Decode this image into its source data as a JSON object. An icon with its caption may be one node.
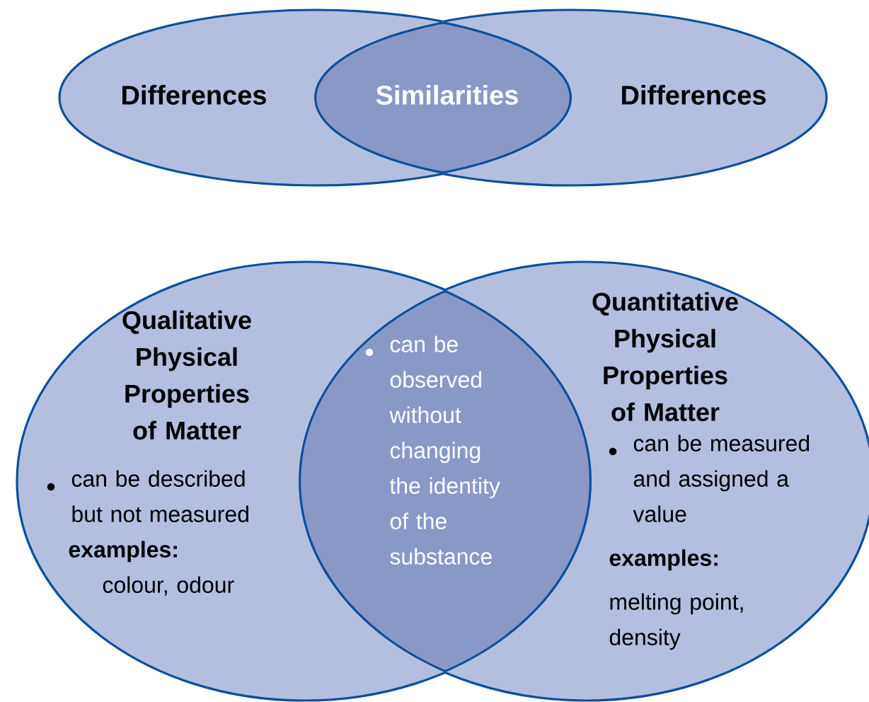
{
  "diagram": {
    "nodes": [
      {
        "text": [
          "Differences"
        ]
      },
      {
        "text": [
          "Differences"
        ]
      },
      {
        "text": [
          "Similarities"
        ]
      },
      {
        "text": [
          "Qualitative Physical Properties of Matter",
          "can be described but not measured",
          "examples:",
          "colour, odour"
        ]
      },
      {
        "text": [
          "Quantitative Physical Properties of Matter",
          "can be measured and assigned a value",
          "examples:",
          "melting point, density"
        ]
      },
      {
        "text": [
          "can be observed without changing the identity of the substance"
        ]
      }
    ]
  }
}
